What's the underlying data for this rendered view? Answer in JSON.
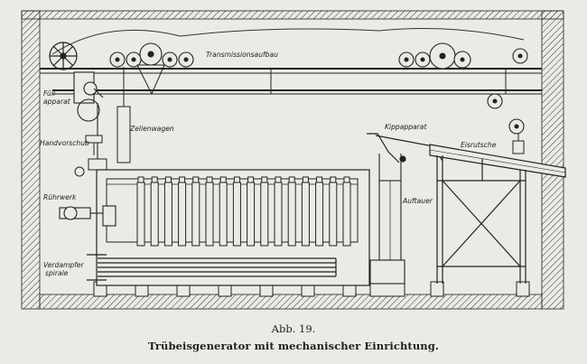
{
  "figure": {
    "labels": {
      "transmission": "Transmissionsaufbau",
      "fuell_line1": "Füll-",
      "fuell_line2": "apparat",
      "zellenwagen": "Zellenwagen",
      "handvorschub": "Handvorschub",
      "ruehrwerk": "Rührwerk",
      "verdampfer_line1": "Verdampfer",
      "verdampfer_line2": "spirale",
      "kippapparat": "Kippapparat",
      "eisrutsche": "Eisrutsche",
      "auftauer": "Auftauer"
    }
  },
  "caption": {
    "number": "Abb. 19.",
    "title": "Trübeisgenerator mit mechanischer Einrichtung."
  }
}
